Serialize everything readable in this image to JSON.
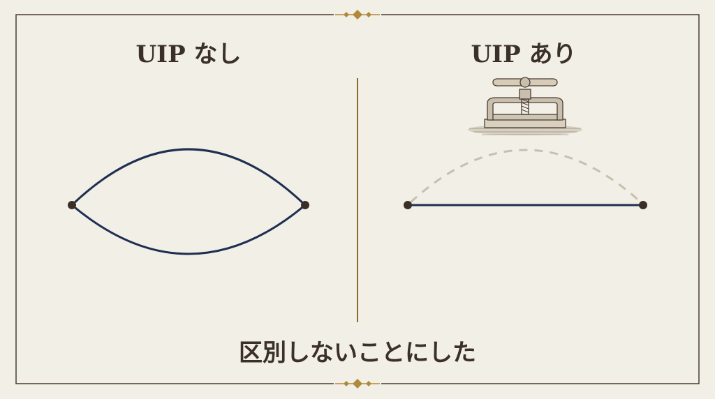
{
  "panels": {
    "left": {
      "title": "UIP なし"
    },
    "right": {
      "title": "UIP あり"
    }
  },
  "caption": "区別しないことにした",
  "icons": {
    "press": "screw-press-icon",
    "ornament": "diamond-ornament-icon"
  },
  "colors": {
    "background": "#f2efe6",
    "frame": "#4a3b30",
    "divider": "#8a6a2a",
    "ornament": "#b08a3a",
    "curve": "#1f2f52",
    "dashed": "#c8bfb0",
    "point": "#3a2f28",
    "text": "#3a3029"
  }
}
